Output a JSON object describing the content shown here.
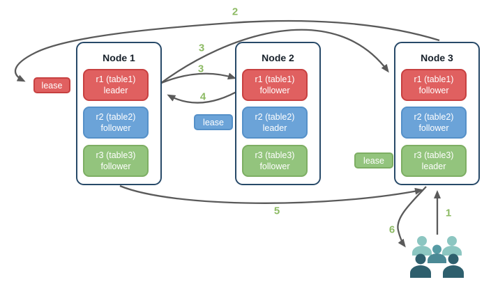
{
  "diagram": {
    "nodes": [
      {
        "title": "Node 1",
        "replicas": [
          {
            "name": "r1 (table1)",
            "role": "leader",
            "color": "red"
          },
          {
            "name": "r2 (table2)",
            "role": "follower",
            "color": "blue"
          },
          {
            "name": "r3 (table3)",
            "role": "follower",
            "color": "green"
          }
        ]
      },
      {
        "title": "Node 2",
        "replicas": [
          {
            "name": "r1 (table1)",
            "role": "follower",
            "color": "red"
          },
          {
            "name": "r2 (table2)",
            "role": "leader",
            "color": "blue"
          },
          {
            "name": "r3 (table3)",
            "role": "follower",
            "color": "green"
          }
        ]
      },
      {
        "title": "Node 3",
        "replicas": [
          {
            "name": "r1 (table1)",
            "role": "follower",
            "color": "red"
          },
          {
            "name": "r2 (table2)",
            "role": "follower",
            "color": "blue"
          },
          {
            "name": "r3 (table3)",
            "role": "leader",
            "color": "green"
          }
        ]
      }
    ],
    "leases": {
      "red": {
        "label": "lease"
      },
      "blue": {
        "label": "lease"
      },
      "green": {
        "label": "lease"
      }
    },
    "steps": {
      "s1": "1",
      "s2": "2",
      "s3": "3",
      "s4": "4",
      "s5": "5",
      "s6": "6"
    },
    "icons": {
      "users": "users-group-icon"
    },
    "palette": {
      "replica_red": "#e06060",
      "replica_red_border": "#c74040",
      "replica_blue": "#6ba3d8",
      "replica_blue_border": "#5590c8",
      "replica_green": "#93c47d",
      "replica_green_border": "#7dae63",
      "node_border": "#274968",
      "arrow": "#5a5a5a",
      "step_label": "#8cba63",
      "users_light_teal": "#8cc6c1",
      "users_medium_teal": "#569ba4",
      "users_dark_slate": "#2e5f6d"
    }
  }
}
